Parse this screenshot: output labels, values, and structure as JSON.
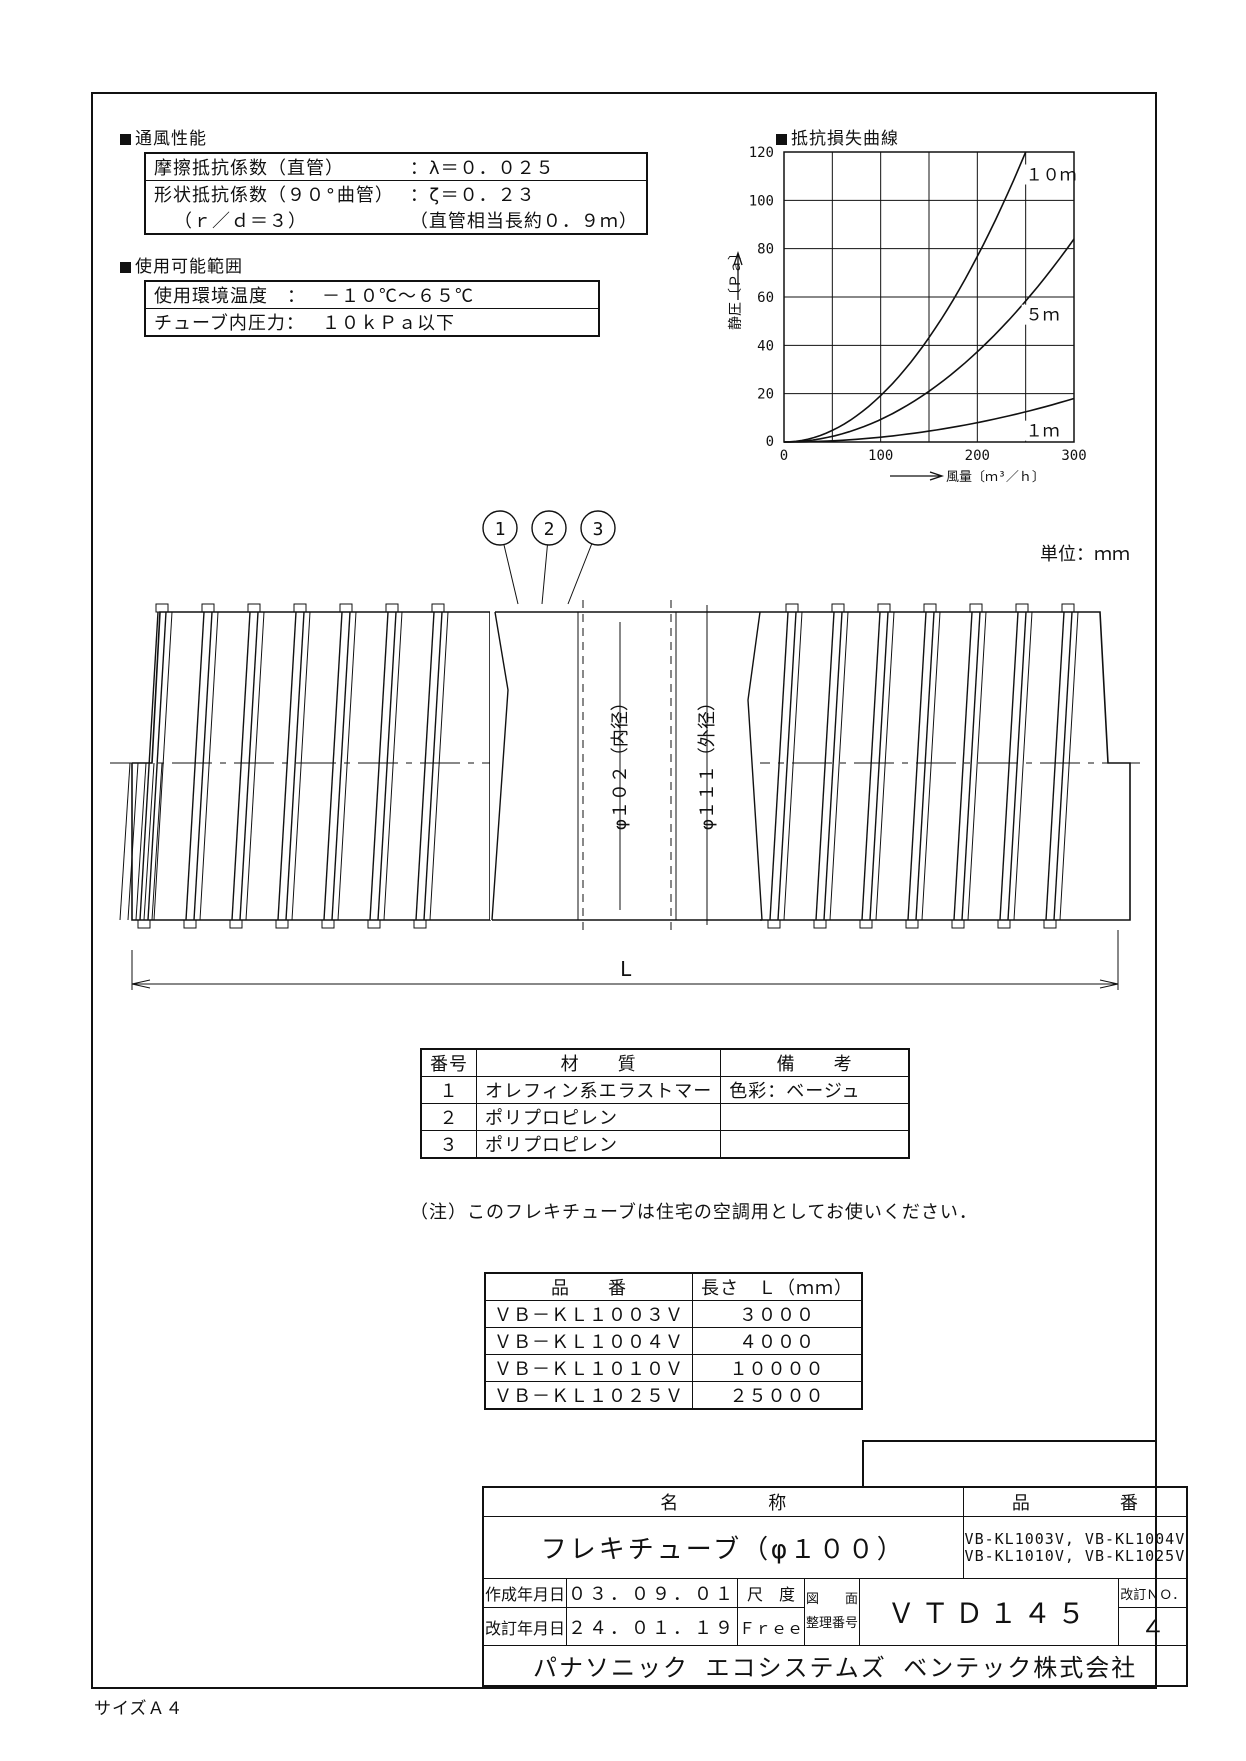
{
  "airflow": {
    "header": "通風性能",
    "rows": [
      {
        "label": "摩擦抵抗係数（直管）",
        "value": "：λ＝０．０２５"
      },
      {
        "label": "形状抵抗係数（９０°曲管）",
        "value": "：ζ＝０．２３"
      },
      {
        "label": "（ｒ／ｄ＝３）",
        "value": "（直管相当長約０．９ｍ）"
      }
    ]
  },
  "range": {
    "header": "使用可能範囲",
    "rows": [
      {
        "label": "使用環境温度　：",
        "value": "－１０℃～６５℃"
      },
      {
        "label": "チューブ内圧力：",
        "value": "１０ｋＰａ以下"
      }
    ]
  },
  "chart_data": {
    "type": "line",
    "title": "抵抗損失曲線",
    "xlabel": "風量〔ｍ³／ｈ〕",
    "ylabel": "静圧〔Ｐａ〕",
    "xlim": [
      0,
      300
    ],
    "ylim": [
      0,
      120
    ],
    "xticks": [
      "0",
      "100",
      "200",
      "300"
    ],
    "yticks": [
      "0",
      "20",
      "40",
      "60",
      "80",
      "100",
      "120"
    ],
    "grid": true,
    "series": [
      {
        "name": "１０ｍ",
        "x": [
          0,
          50,
          100,
          150,
          200,
          250
        ],
        "y": [
          0,
          4.8,
          19.2,
          43,
          77,
          120
        ]
      },
      {
        "name": "５ｍ",
        "x": [
          0,
          50,
          100,
          150,
          200,
          250,
          300
        ],
        "y": [
          0,
          2.3,
          9.3,
          21,
          37,
          58,
          84
        ]
      },
      {
        "name": "１ｍ",
        "x": [
          0,
          50,
          100,
          150,
          200,
          250,
          300
        ],
        "y": [
          0,
          0.5,
          2,
          4.5,
          8,
          12.5,
          18
        ]
      }
    ]
  },
  "drawing": {
    "balloons": [
      "1",
      "2",
      "3"
    ],
    "unit": "単位：ｍｍ",
    "inner": "φ１０２（内径）",
    "outer": "φ１１１（外径）",
    "length": "L"
  },
  "materials": {
    "headers": [
      "番号",
      "材　　質",
      "備　　考"
    ],
    "rows": [
      [
        "１",
        "オレフィン系エラストマー",
        "色彩：ベージュ"
      ],
      [
        "２",
        "ポリプロピレン",
        ""
      ],
      [
        "３",
        "ポリプロピレン",
        ""
      ]
    ]
  },
  "note": "（注）このフレキチューブは住宅の空調用としてお使いください．",
  "products": {
    "headers": [
      "品　　番",
      "長さ　Ｌ（ｍｍ）"
    ],
    "rows": [
      [
        "ＶＢ－ＫＬ１００３Ｖ",
        "３０００"
      ],
      [
        "ＶＢ－ＫＬ１００４Ｖ",
        "４０００"
      ],
      [
        "ＶＢ－ＫＬ１０１０Ｖ",
        "１００００"
      ],
      [
        "ＶＢ－ＫＬ１０２５Ｖ",
        "２５０００"
      ]
    ]
  },
  "titleblock": {
    "name_header": "名　　　　　称",
    "number_header": "品　　　　　番",
    "name": "フレキチューブ（φ１００）",
    "number_line1": "VB-KL1003V, VB-KL1004V",
    "number_line2": "VB-KL1010V, VB-KL1025V",
    "created_label": "作成年月日",
    "created": "０３．０９．０１",
    "revised_label": "改訂年月日",
    "revised": "２４．０１．１９",
    "scale_label": "尺　度",
    "scale": "Ｆｒｅｅ",
    "drawing_label1": "図　　面",
    "drawing_label2": "整理番号",
    "drawing_no": "ＶＴＤ１４５",
    "rev_label": "改訂ＮＯ．",
    "rev": "４",
    "company": "パナソニック エコシステムズ ベンテック株式会社"
  },
  "size": "サイズＡ４"
}
